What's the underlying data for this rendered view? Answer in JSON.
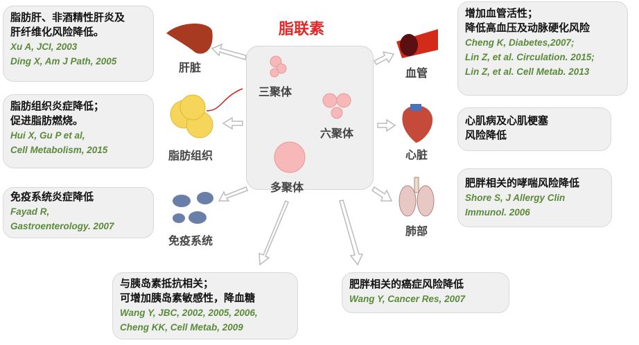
{
  "title": "脂联素",
  "center": {
    "trimer": "三聚体",
    "hexamer": "六聚体",
    "multimer": "多聚体"
  },
  "organs": {
    "liver": "肝脏",
    "adipose": "脂肪组织",
    "immune": "免疫系统",
    "vessel": "血管",
    "heart": "心脏",
    "lung": "肺部"
  },
  "boxes": {
    "liver": {
      "lines": [
        "脂肪肝、非酒精性肝炎及",
        "肝纤维化风险降低。"
      ],
      "refs": [
        "Xu A, JCI, 2003",
        "Ding X, Am J Path, 2005"
      ]
    },
    "adipose": {
      "lines": [
        "脂肪组织炎症降低；",
        "促进脂肪燃烧。"
      ],
      "refs": [
        "Hui X,  Gu P et al,",
        "Cell Metabolism, 2015"
      ]
    },
    "immune": {
      "lines": [
        "免疫系统炎症降低"
      ],
      "refs": [
        "Fayad R,",
        "Gastroenterology. 2007"
      ]
    },
    "vessel": {
      "lines": [
        "增加血管活性；",
        "降低高血压及动脉硬化风险"
      ],
      "refs": [
        "Cheng K, Diabetes,2007;",
        "Lin Z, et al. Circulation. 2015;",
        "Lin Z, et al. Cell Metab. 2013"
      ]
    },
    "heart": {
      "lines": [
        "心肌病及心肌梗塞",
        "风险降低"
      ],
      "refs": []
    },
    "lung": {
      "lines": [
        "肥胖相关的哮喘风险降低"
      ],
      "refs": [
        "Shore S, J Allergy Clin",
        "Immunol. 2006"
      ]
    },
    "insulin": {
      "lines": [
        "与胰岛素抵抗相关；",
        "可增加胰岛素敏感性，降血糖"
      ],
      "refs": [
        "Wang Y, JBC,  2002, 2005, 2006,",
        "Cheng KK, Cell Metab, 2009"
      ]
    },
    "cancer": {
      "lines": [
        "肥胖相关的癌症风险降低"
      ],
      "refs": [
        "Wang Y, Cancer Res, 2007"
      ]
    }
  }
}
